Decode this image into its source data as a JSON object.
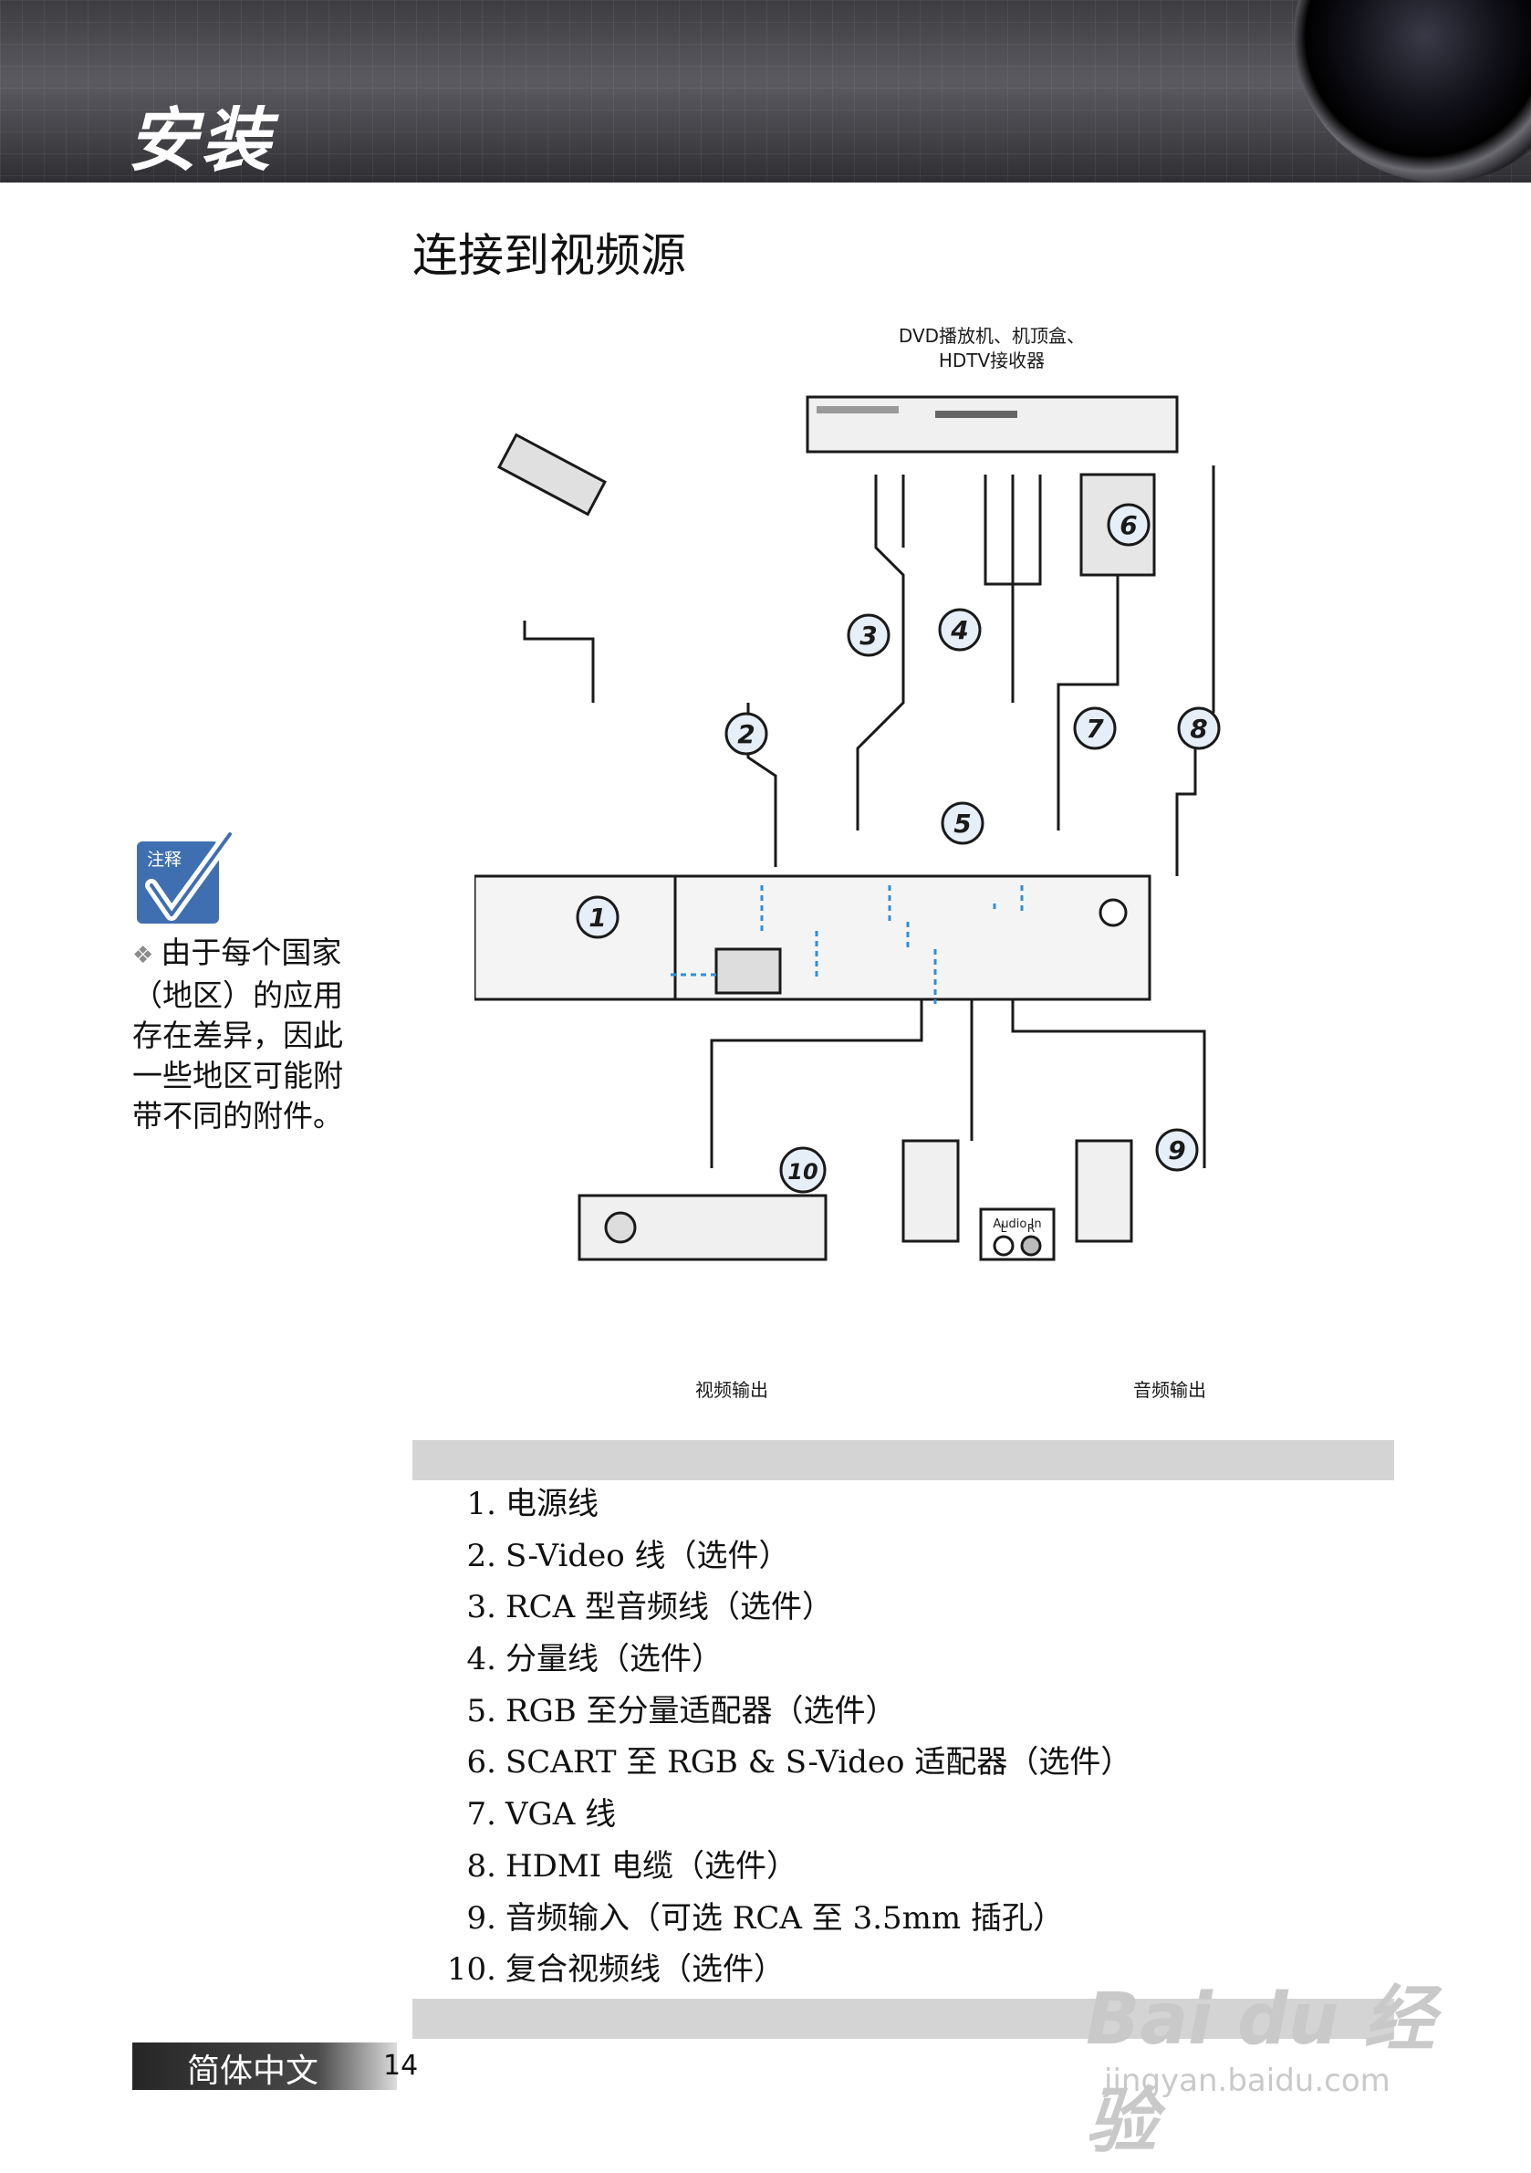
{
  "header": {
    "title": "安装"
  },
  "section": {
    "title": "连接到视频源"
  },
  "diagram": {
    "source_label_line1": "DVD播放机、机顶盒、",
    "source_label_line2": "HDTV接收器",
    "video_out_label": "视频输出",
    "audio_out_label": "音频输出",
    "audio_in_label": "Audio In",
    "audio_l": "L",
    "audio_r": "R",
    "callouts": [
      "1",
      "2",
      "3",
      "4",
      "5",
      "6",
      "7",
      "8",
      "9",
      "10"
    ]
  },
  "note": {
    "badge": "注释",
    "text": "由于每个国家（地区）的应用存在差异，因此一些地区可能附带不同的附件。"
  },
  "list": [
    {
      "num": "1.",
      "label": "电源线"
    },
    {
      "num": "2.",
      "label": "S-Video 线（选件）"
    },
    {
      "num": "3.",
      "label": "RCA 型音频线（选件）"
    },
    {
      "num": "4.",
      "label": "分量线（选件）"
    },
    {
      "num": "5.",
      "label": "RGB 至分量适配器（选件）"
    },
    {
      "num": "6.",
      "label": "SCART 至 RGB & S-Video 适配器（选件）"
    },
    {
      "num": "7.",
      "label": "VGA 线"
    },
    {
      "num": "8.",
      "label": "HDMI 电缆（选件）"
    },
    {
      "num": "9.",
      "label": "音频输入（可选 RCA 至 3.5mm 插孔）"
    },
    {
      "num": "10.",
      "label": "复合视频线（选件）"
    }
  ],
  "footer": {
    "language": "简体中文",
    "page": "14"
  },
  "watermark": {
    "brand": "Bai du 经验",
    "url": "jingyan.baidu.com"
  }
}
